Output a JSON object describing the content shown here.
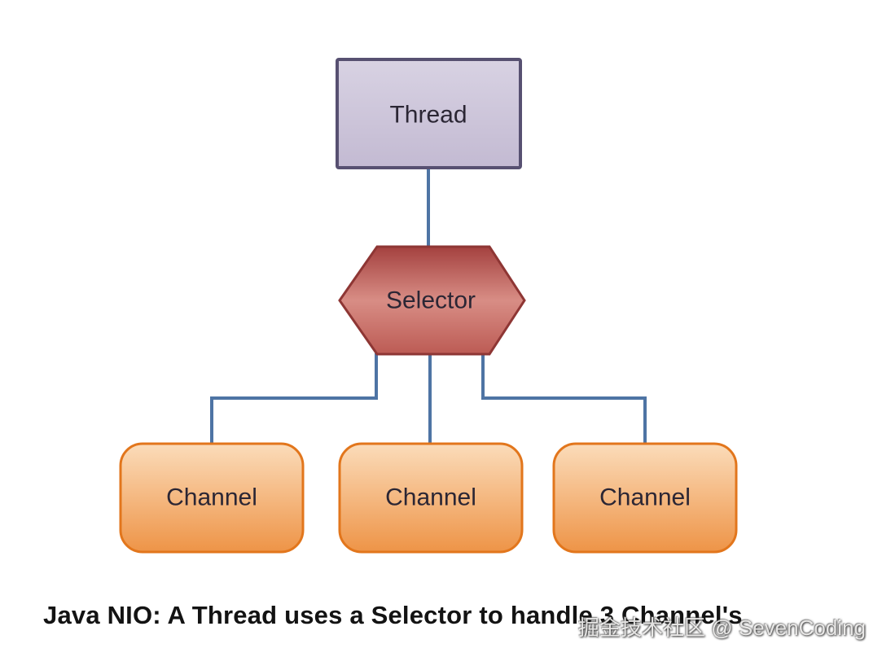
{
  "diagram": {
    "nodes": {
      "thread": {
        "label": "Thread"
      },
      "selector": {
        "label": "Selector"
      }
    },
    "channels": [
      {
        "label": "Channel"
      },
      {
        "label": "Channel"
      },
      {
        "label": "Channel"
      }
    ],
    "caption": "Java NIO: A Thread uses a Selector to handle 3 Channel's",
    "watermark": "掘金技术社区 @ SevenCoding",
    "colors": {
      "background": "#ffffff",
      "connector": "#4e74a4",
      "thread_fill_top": "#d8d2e3",
      "thread_fill_bottom": "#c3bad2",
      "thread_border": "#575071",
      "selector_fill_top": "#a4413f",
      "selector_fill_mid": "#d88d85",
      "selector_fill_bottom": "#bc5b54",
      "selector_border": "#8e3634",
      "channel_fill_top": "#fbdcba",
      "channel_fill_bottom": "#ee9447",
      "channel_border": "#e2761c",
      "caption_text": "#131313",
      "node_text": "#2b2634"
    }
  }
}
